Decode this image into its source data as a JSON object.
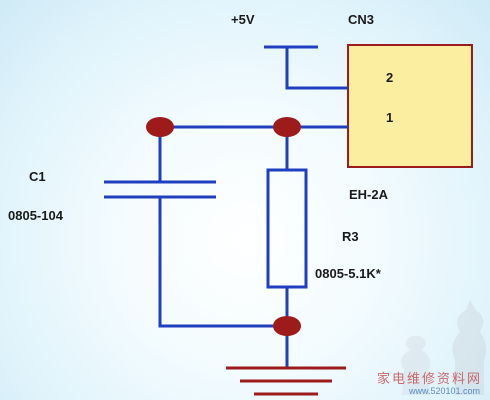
{
  "labels": {
    "vcc": "+5V",
    "connector_ref": "CN3",
    "connector_pin2": "2",
    "connector_pin1": "1",
    "connector_part": "EH-2A",
    "c1_ref": "C1",
    "c1_value": "0805-104",
    "r3_ref": "R3",
    "r3_value": "0805-5.1K*"
  },
  "watermark": {
    "text": "家电维修资料网",
    "url": "www.520101.com"
  },
  "colors": {
    "wire": "#1f3fbf",
    "junction": "#9e1b1b",
    "ground": "#9e1b1b",
    "connector_fill": "#fbeea0",
    "connector_border": "#9e1b1b"
  }
}
